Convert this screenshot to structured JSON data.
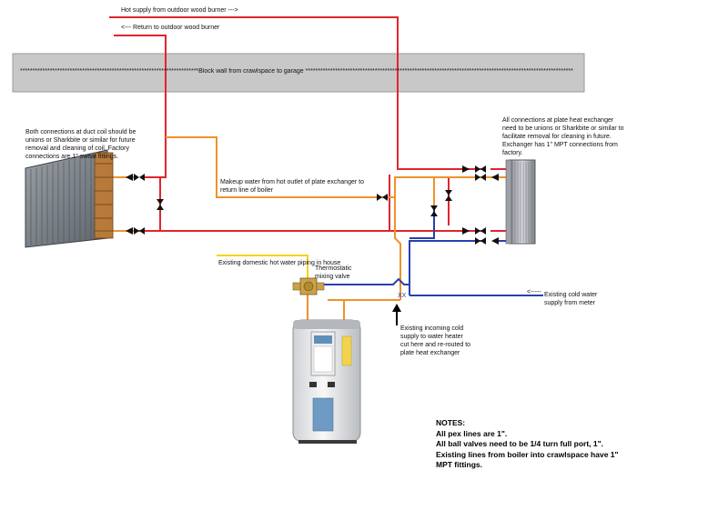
{
  "labels": {
    "hot_supply": "Hot supply from outdoor wood burner  --->",
    "return": "<--- Return to outdoor wood burner",
    "wall": "************************************************************************Block wall from crawlspace to garage ************************************************************************************************************",
    "duct_coil_note": "Both connections at duct coil should be unions or Sharkbite or similar for future removal and cleaning of coil.  Factory connections are 1\" sweat fittings.",
    "plate_hx_note": "All connections at plate heat exchanger need to be unions or Sharkbite or similar to facilitate removal for cleaning in future. Exchanger has 1\" MPT connections from factory.",
    "makeup_water": "Makeup water from hot outlet of plate exchanger to return line of boiler",
    "domestic_hot": "Existing domestic hot water piping in house",
    "mixing_valve": "Thermostatic mixing valve",
    "cold_arrow": "<-----",
    "cold_supply": "Existing cold water supply from meter",
    "cut_marker": "XX",
    "cut_note": "Existing incoming cold supply to water heater cut here and re-routed to plate heat exchanger"
  },
  "notes": {
    "heading": "NOTES:",
    "line1": "All pex lines are 1\".",
    "line2": "All ball valves need to be 1/4 turn full port, 1\".",
    "line3": "Existing lines from boiler into crawlspace have 1\"",
    "line4": "MPT fittings."
  },
  "colors": {
    "hot_line": "#e0262c",
    "makeup_line": "#f0922b",
    "cold_line": "#2a3fae",
    "domestic_line": "#f5d21a",
    "wall": "#c8c8c8"
  },
  "icons": [
    "duct-coil-icon",
    "plate-heat-exchanger-icon",
    "water-heater-icon",
    "mixing-valve-icon",
    "ball-valve-icon",
    "check-valve-icon"
  ]
}
